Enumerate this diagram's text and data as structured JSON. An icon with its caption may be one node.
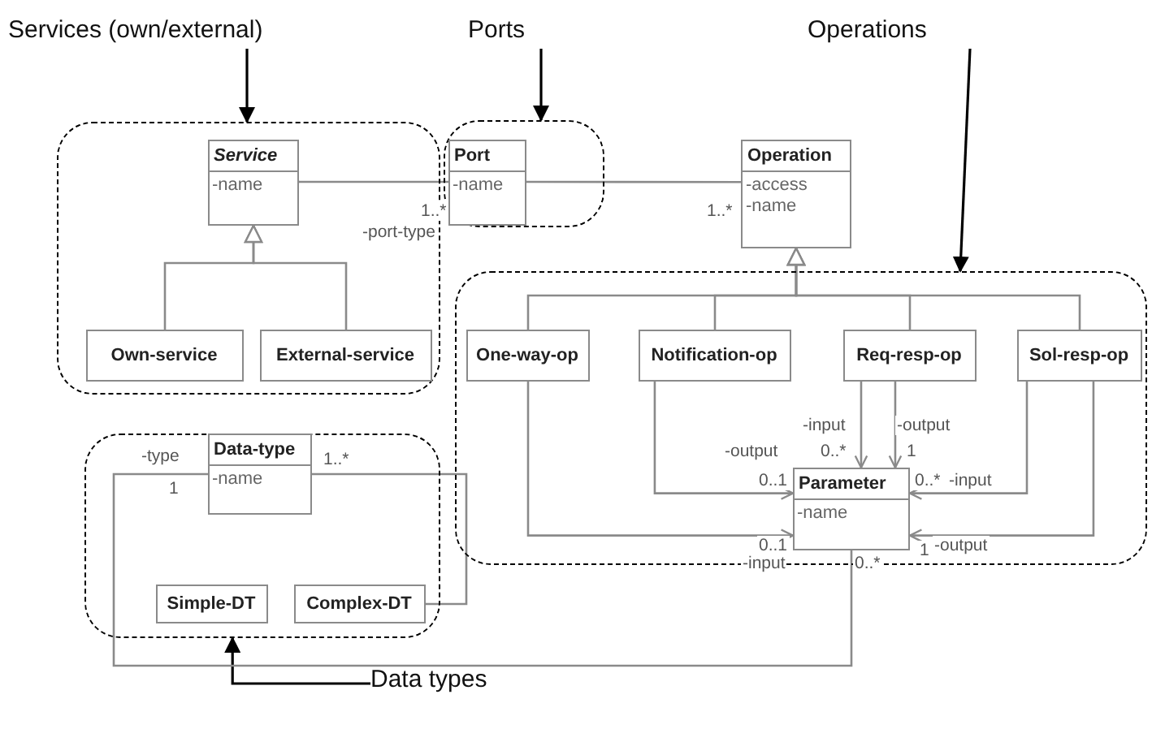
{
  "diagram": {
    "nodes": [
      {
        "text": [
          "Services (own/external)"
        ]
      },
      {
        "text": [
          "Ports"
        ]
      },
      {
        "text": [
          "Operations"
        ]
      },
      {
        "text": [],
        "shape": "box"
      },
      {
        "text": [
          "Service",
          "-name"
        ],
        "in": 3
      },
      {
        "text": [
          "Own-service"
        ],
        "in": 3
      },
      {
        "text": [
          "External-service"
        ],
        "in": 3
      },
      {
        "text": [],
        "shape": "box"
      },
      {
        "text": [
          "Port",
          "-name"
        ],
        "in": 7
      },
      {
        "text": [
          "Operation",
          "-access",
          "-name"
        ]
      },
      {
        "text": [],
        "shape": "box"
      },
      {
        "text": [
          "One-way-op"
        ],
        "in": 10
      },
      {
        "text": [
          "Notification-op"
        ],
        "in": 10
      },
      {
        "text": [
          "Req-resp-op"
        ],
        "in": 10
      },
      {
        "text": [
          "Sol-resp-op"
        ],
        "in": 10
      },
      {
        "text": [
          "Parameter",
          "-name"
        ],
        "in": 10
      },
      {
        "text": [],
        "shape": "box"
      },
      {
        "text": [
          "Data-type",
          "-name"
        ],
        "in": 16
      },
      {
        "text": [
          "Simple-DT"
        ],
        "in": 16
      },
      {
        "text": [
          "Complex-DT"
        ],
        "in": 16
      },
      {
        "text": [
          "Data types"
        ]
      }
    ],
    "edges": [
      {
        "from": 0,
        "to": 3,
        "arrow": "to",
        "color": "#000000"
      },
      {
        "from": 1,
        "to": 7,
        "arrow": "to",
        "color": "#000000"
      },
      {
        "from": 2,
        "to": 10,
        "arrow": "to",
        "color": "#000000"
      },
      {
        "from": 20,
        "to": 16,
        "arrow": "to",
        "color": "#000000"
      },
      {
        "from": 4,
        "to": 8,
        "arrow": "other"
      },
      {
        "from": 8,
        "to": 9,
        "arrow": "other"
      },
      {
        "from": 5,
        "to": 4,
        "arrow": "to"
      },
      {
        "from": 6,
        "to": 4,
        "arrow": "to"
      },
      {
        "from": 11,
        "to": 9,
        "arrow": "to"
      },
      {
        "from": 12,
        "to": 9,
        "arrow": "to"
      },
      {
        "from": 13,
        "to": 9,
        "arrow": "to"
      },
      {
        "from": 14,
        "to": 9,
        "arrow": "to"
      },
      {
        "from": 12,
        "to": 15,
        "arrow": "to"
      },
      {
        "from": 13,
        "to": 15,
        "arrow": "to"
      },
      {
        "from": 13,
        "to": 15,
        "arrow": "to"
      },
      {
        "from": 14,
        "to": 15,
        "arrow": "to"
      },
      {
        "from": 14,
        "to": 15,
        "arrow": "to"
      },
      {
        "from": 11,
        "to": 15,
        "arrow": "to"
      },
      {
        "from": 15,
        "to": 17,
        "arrow": "none"
      },
      {
        "from": 19,
        "to": 17,
        "arrow": "other"
      }
    ],
    "labels": [
      "1..*",
      "1..*",
      "-port-type",
      "-input",
      "-output",
      "-type",
      "1..*",
      "-output",
      "0..*",
      "1",
      "1",
      "0..1",
      "0..*",
      "-input",
      "0..1",
      "1",
      "-output",
      "-input",
      "0..*"
    ]
  }
}
